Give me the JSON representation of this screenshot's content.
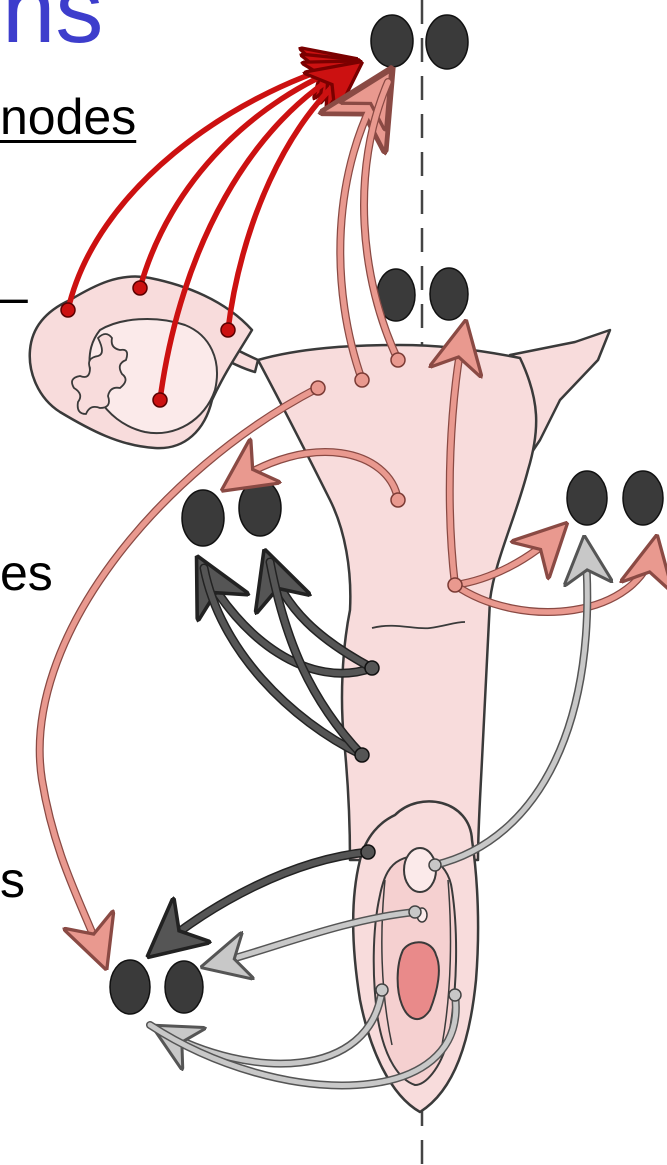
{
  "slide": {
    "title_fragment": "ns",
    "lines": [
      "nodes",
      "–",
      "es",
      "s"
    ]
  },
  "colors": {
    "title": "#3d3dcc",
    "tissue_fill": "#f8dcdc",
    "outline": "#3a3a3a",
    "red_arrows": "#cc1111",
    "pink_arrows": "#e9998f",
    "dark_gray_arrows": "#555555",
    "light_gray_arrows": "#bfbfbf",
    "node_fill": "#3a3a3a"
  },
  "icons": {
    "lymph_node": "dark-oval-pair",
    "arrow": "curved-arrow-with-origin-dot"
  }
}
